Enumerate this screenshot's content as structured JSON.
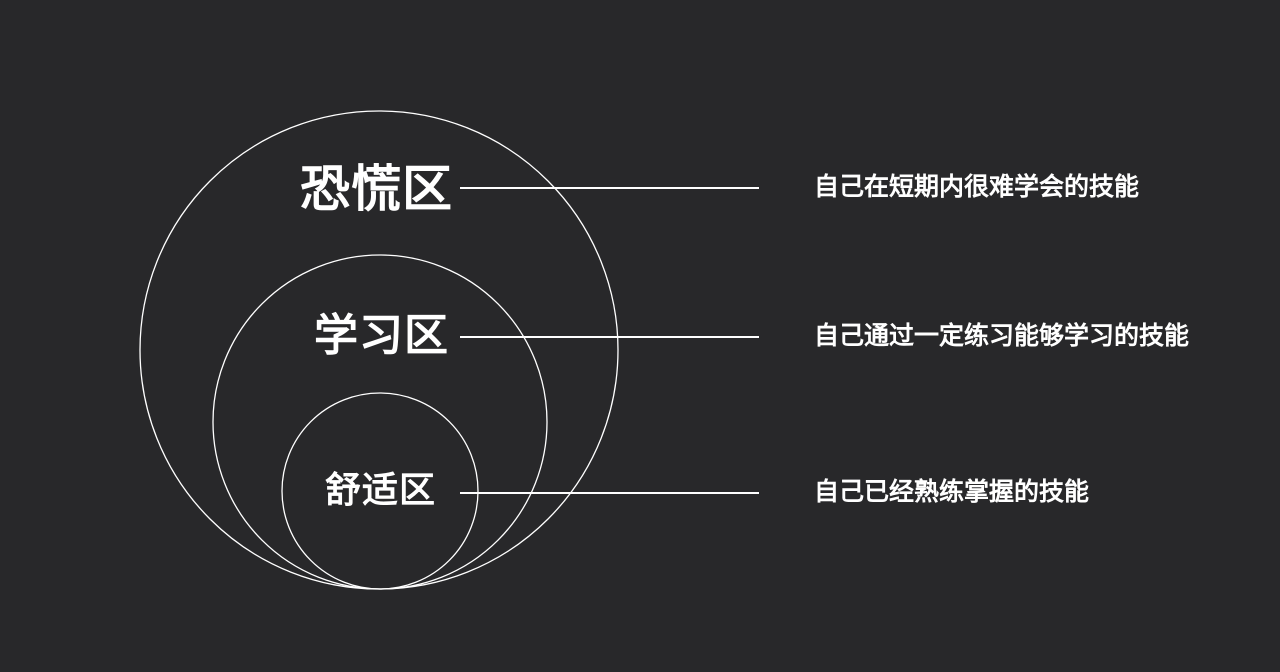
{
  "zones": [
    {
      "id": "panic",
      "label": "恐慌区",
      "description": "自己在短期内很难学会的技能"
    },
    {
      "id": "learning",
      "label": "学习区",
      "description": "自己通过一定练习能够学习的技能"
    },
    {
      "id": "comfort",
      "label": "舒适区",
      "description": "自己已经熟练掌握的技能"
    }
  ],
  "colors": {
    "background": "#28282a",
    "stroke": "#ffffff",
    "text": "#ffffff"
  }
}
